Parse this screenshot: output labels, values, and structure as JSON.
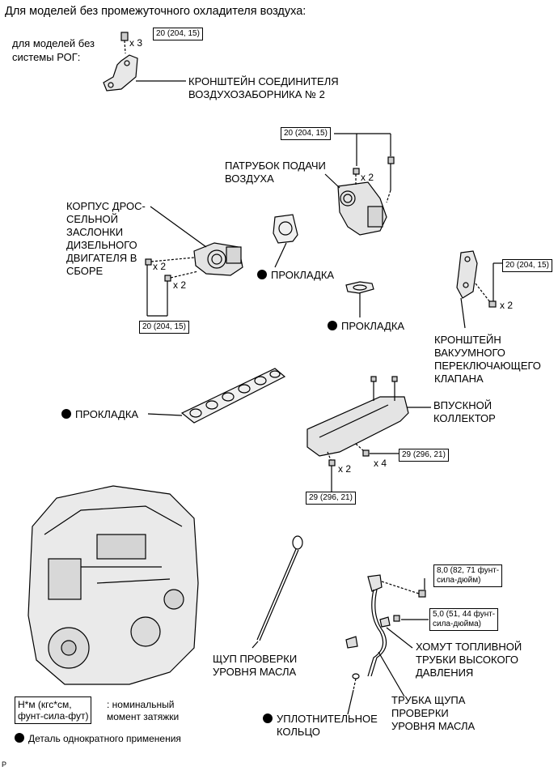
{
  "header": {
    "title": "Для моделей без промежуточного охладителя воздуха:"
  },
  "labels": {
    "no_erg_1": "для моделей без",
    "no_erg_2": "системы РОГ:",
    "bracket_connector_1": "КРОНШТЕЙН СОЕДИНИТЕЛЯ",
    "bracket_connector_2": "ВОЗДУХОЗАБОРНИКА № 2",
    "air_pipe_1": "ПАТРУБОК ПОДАЧИ",
    "air_pipe_2": "ВОЗДУХА",
    "throttle_1": "КОРПУС ДРОС-",
    "throttle_2": "СЕЛЬНОЙ",
    "throttle_3": "ЗАСЛОНКИ",
    "throttle_4": "ДИЗЕЛЬНОГО",
    "throttle_5": "ДВИГАТЕЛЯ В",
    "throttle_6": "СБОРЕ",
    "gasket_a": "ПРОКЛАДКА",
    "gasket_b": "ПРОКЛАДКА",
    "gasket_c": "ПРОКЛАДКА",
    "vsv_bracket_1": "КРОНШТЕЙН",
    "vsv_bracket_2": "ВАКУУМНОГО",
    "vsv_bracket_3": "ПЕРЕКЛЮЧАЮЩЕГО",
    "vsv_bracket_4": "КЛАПАНА",
    "intake_1": "ВПУСКНОЙ",
    "intake_2": "КОЛЛЕКТОР",
    "dipstick_1": "ЩУП ПРОВЕРКИ",
    "dipstick_2": "УРОВНЯ МАСЛА",
    "clamp_1": "ХОМУТ ТОПЛИВНОЙ",
    "clamp_2": "ТРУБКИ ВЫСОКОГО",
    "clamp_3": "ДАВЛЕНИЯ",
    "guide_1": "ТРУБКА ЩУПА",
    "guide_2": "ПРОВЕРКИ",
    "guide_3": "УРОВНЯ МАСЛА",
    "oring_1": "УПЛОТНИТЕЛЬНОЕ",
    "oring_2": "КОЛЬЦО"
  },
  "torques": {
    "t1": "20 (204, 15)",
    "t2": "20 (204, 15)",
    "t3": "20 (204, 15)",
    "t4": "20 (204, 15)",
    "t5": "29 (296, 21)",
    "t6": "29 (296, 21)",
    "t7_1": "8,0 (82, 71 фунт-",
    "t7_2": "сила-дюйм)",
    "t8_1": "5,0 (51, 44 фунт-",
    "t8_2": "сила-дюйма)"
  },
  "quantities": {
    "q1": "x 3",
    "q2": "x 2",
    "q3": "x 2",
    "q4": "x 2",
    "q5": "x 2",
    "q6": "x 4",
    "q7": "x 2"
  },
  "legend": {
    "unit_1": "Н*м (кгс*см,",
    "unit_2": "фунт-сила-фут)",
    "unit_desc_1": ": номинальный",
    "unit_desc_2": "момент затяжки",
    "one_time": "Деталь однократного применения"
  },
  "footer": {
    "code": "P"
  }
}
